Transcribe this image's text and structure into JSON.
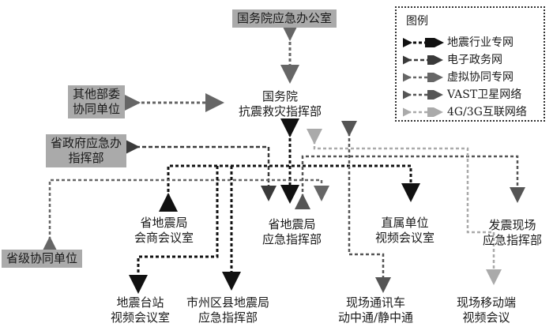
{
  "nodes": {
    "state_council_office": "国务院应急办公室",
    "other_ministries": [
      "其他部委",
      "协同单位"
    ],
    "state_council_hq": [
      "国务院",
      "抗震救灾指挥部"
    ],
    "provincial_gov_office": [
      "省政府应急办",
      "指挥部"
    ],
    "provincial_quake_meeting": [
      "省地震局",
      "会商会议室"
    ],
    "provincial_quake_command": [
      "省地震局",
      "应急指挥部"
    ],
    "direct_unit_video": [
      "直属单位",
      "视频会议室"
    ],
    "site_command": [
      "发震现场",
      "应急指挥部"
    ],
    "provincial_coop": "省级协同单位",
    "station_video": [
      "地震台站",
      "视频会议室"
    ],
    "city_county_bureau": [
      "市州区县地震局",
      "应急指挥部"
    ],
    "comm_vehicle": [
      "现场通讯车",
      "动中通/静中通"
    ],
    "mobile_terminal": [
      "现场移动端",
      "视频会议"
    ]
  },
  "legend": {
    "title": "图例",
    "items": [
      {
        "label": "地震行业专网",
        "color": "#111111"
      },
      {
        "label": "电子政务网",
        "color": "#3a3a3a"
      },
      {
        "label": "虚拟协同专网",
        "color": "#666666"
      },
      {
        "label": "VAST卫星网络",
        "color": "#555555"
      },
      {
        "label": "4G/3G互联网络",
        "color": "#aaaaaa"
      }
    ]
  }
}
